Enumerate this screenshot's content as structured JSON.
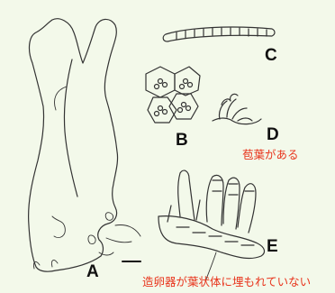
{
  "figure": {
    "panel_labels": {
      "a": "A",
      "b": "B",
      "c": "C",
      "d": "D",
      "e": "E"
    },
    "notes": {
      "bracts": "苞葉がある",
      "archegonia": "造卵器が葉状体に埋もれていない"
    },
    "colors": {
      "background": "#f3f9ea",
      "ink": "#333333",
      "note_text": "#e8341c"
    }
  }
}
